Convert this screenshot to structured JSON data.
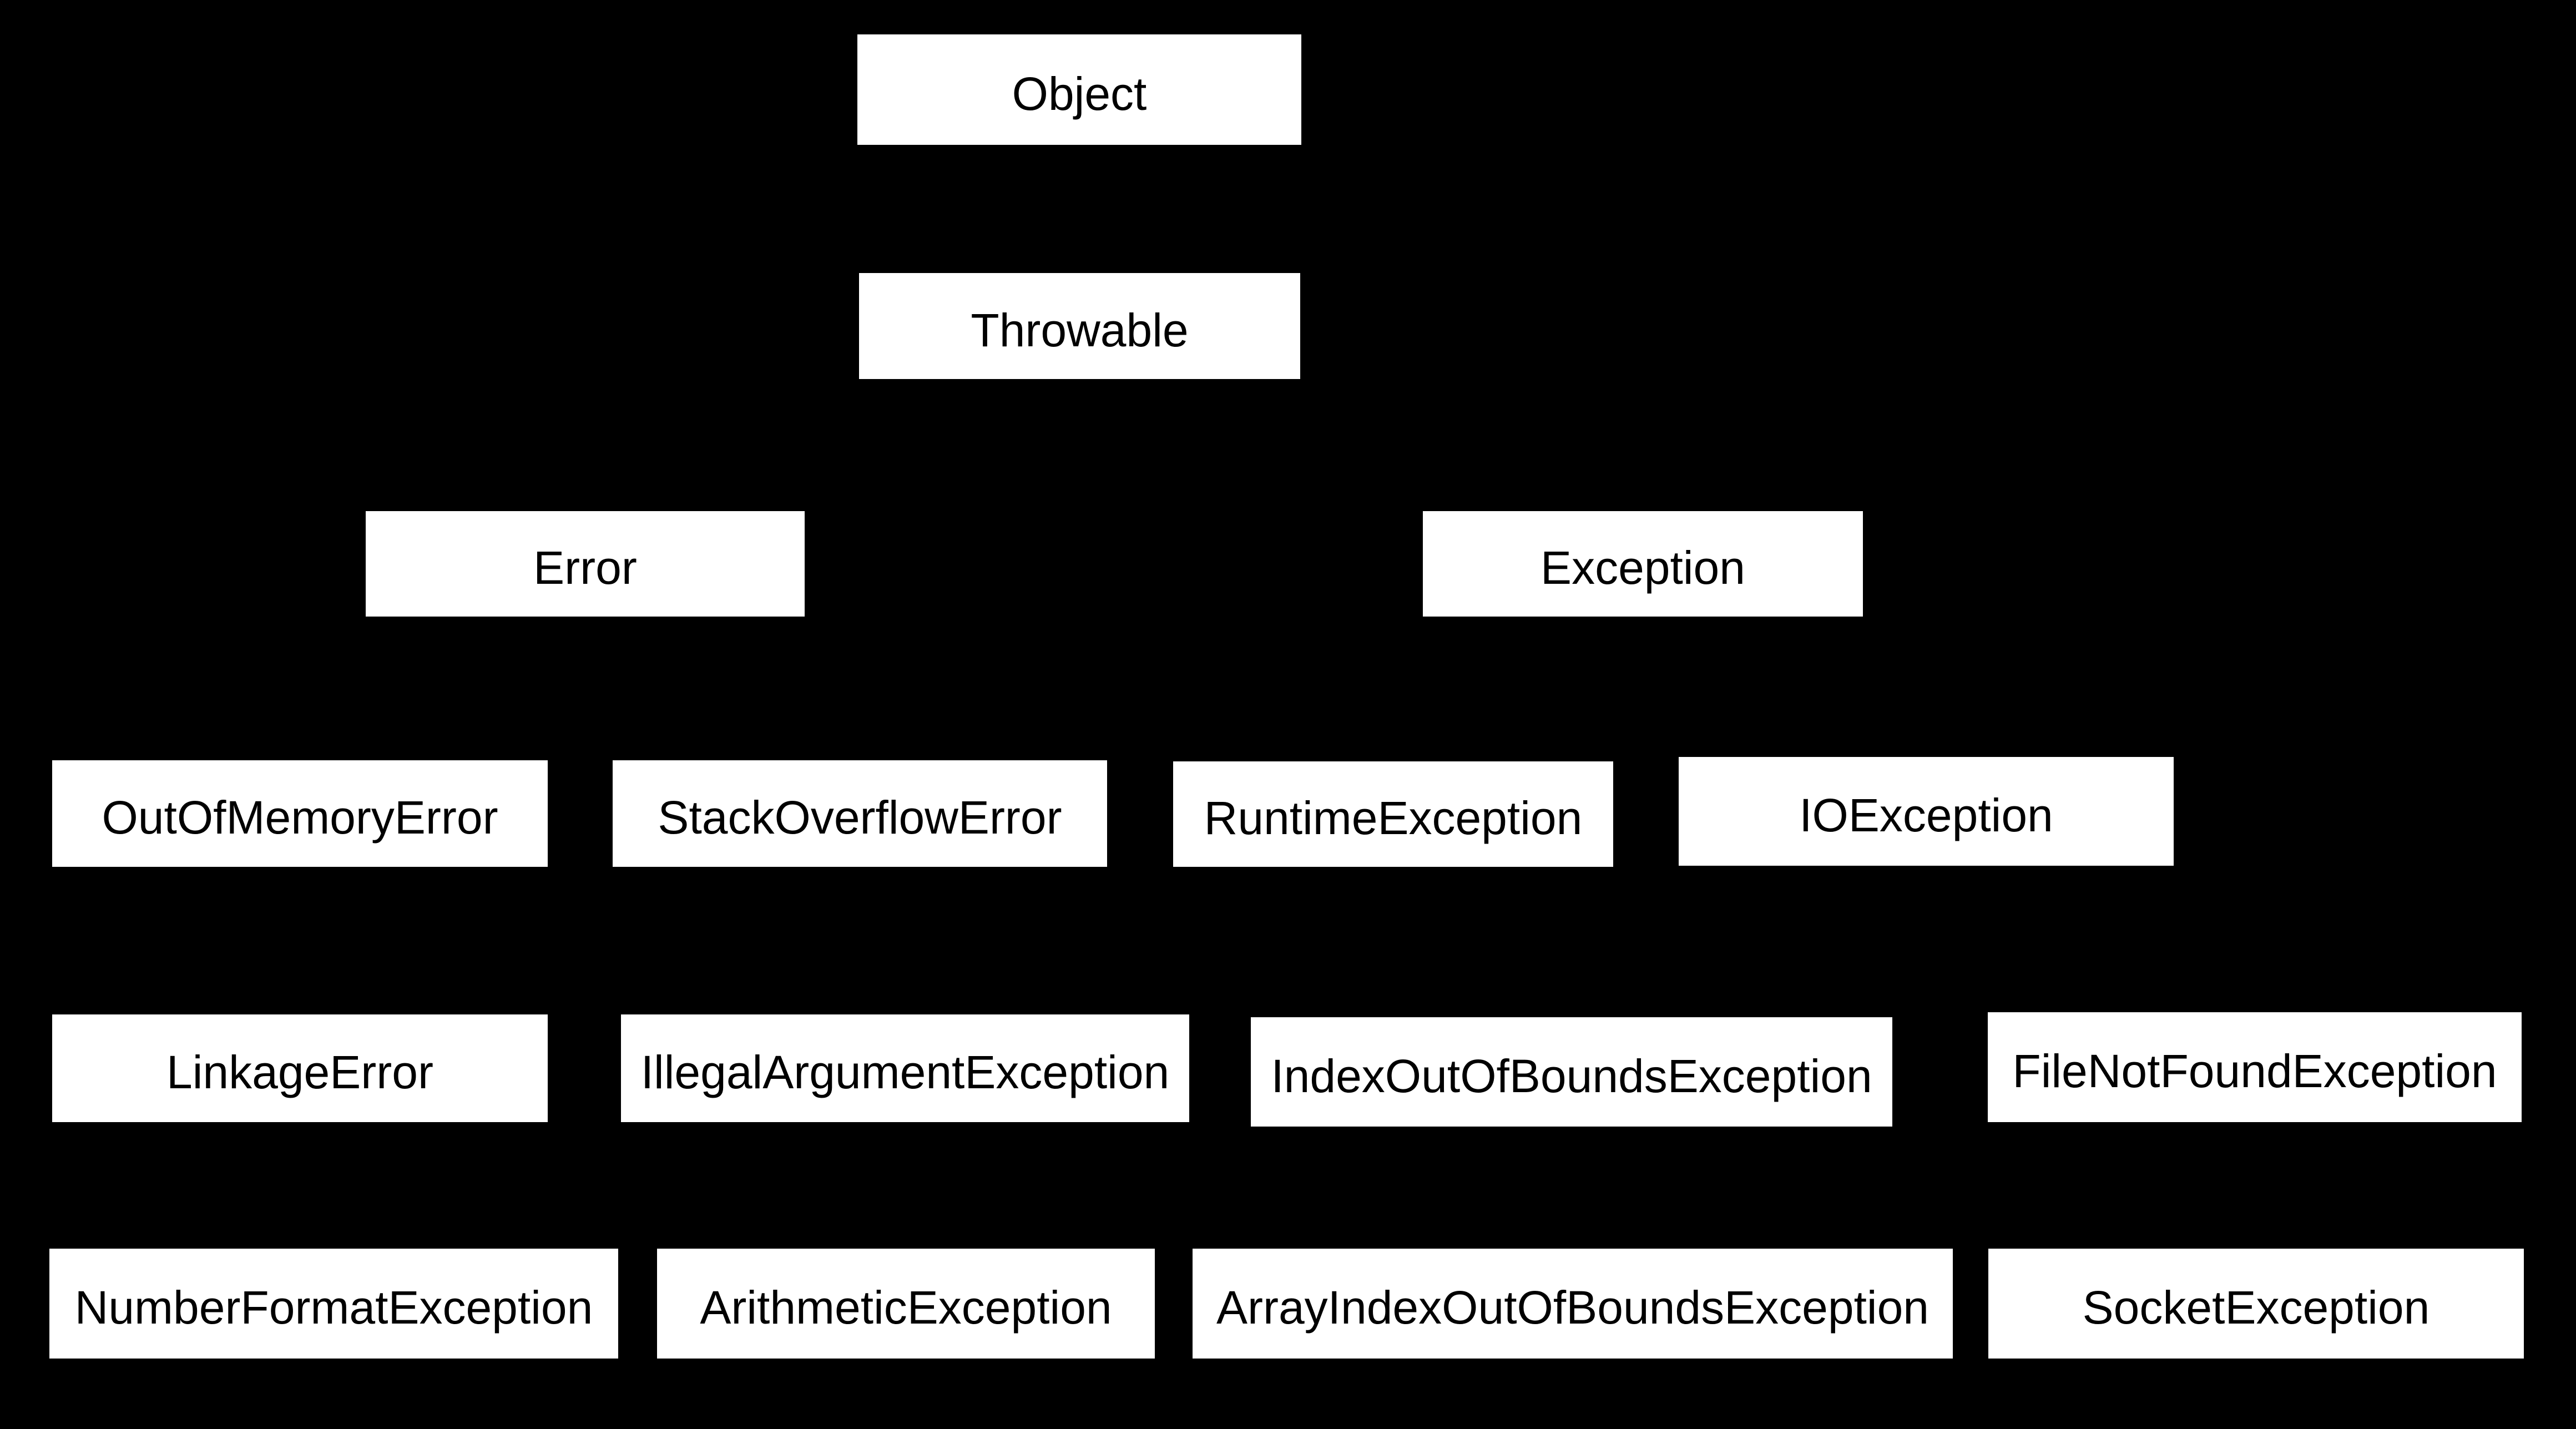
{
  "diagram": {
    "description": "Java exception class hierarchy",
    "colors": {
      "background": "#000000",
      "node_fill": "#ffffff",
      "node_text": "#000000"
    },
    "nodes": [
      {
        "id": "object",
        "label": "Object"
      },
      {
        "id": "throwable",
        "label": "Throwable"
      },
      {
        "id": "error",
        "label": "Error"
      },
      {
        "id": "exception",
        "label": "Exception"
      },
      {
        "id": "out-of-memory-error",
        "label": "OutOfMemoryError"
      },
      {
        "id": "stack-overflow-error",
        "label": "StackOverflowError"
      },
      {
        "id": "runtime-exception",
        "label": "RuntimeException"
      },
      {
        "id": "io-exception",
        "label": "IOException"
      },
      {
        "id": "linkage-error",
        "label": "LinkageError"
      },
      {
        "id": "illegal-argument-exception",
        "label": "IllegalArgumentException"
      },
      {
        "id": "index-out-of-bounds-exception",
        "label": "IndexOutOfBoundsException"
      },
      {
        "id": "file-not-found-exception",
        "label": "FileNotFoundException"
      },
      {
        "id": "number-format-exception",
        "label": "NumberFormatException"
      },
      {
        "id": "arithmetic-exception",
        "label": "ArithmeticException"
      },
      {
        "id": "array-index-out-of-bounds-exception",
        "label": "ArrayIndexOutOfBoundsException"
      },
      {
        "id": "socket-exception",
        "label": "SocketException"
      }
    ]
  }
}
